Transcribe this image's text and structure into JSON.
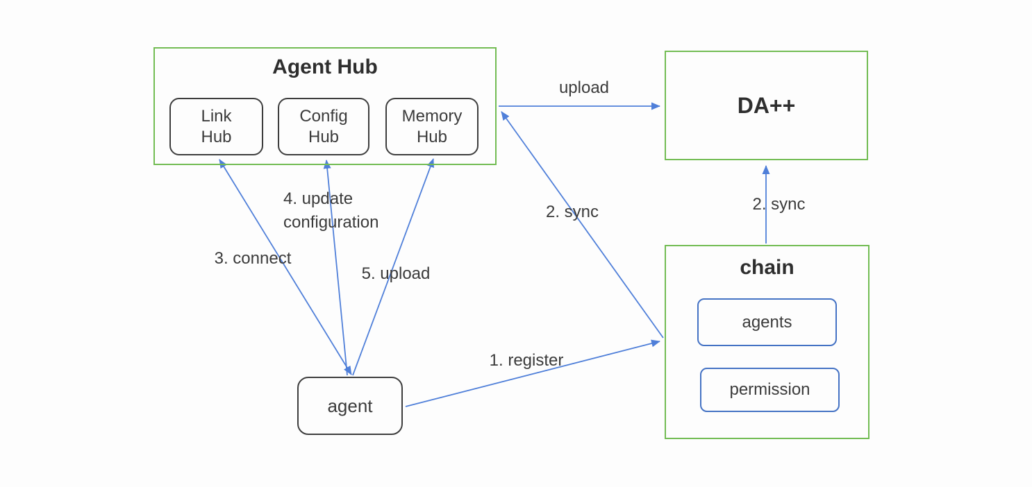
{
  "diagram": {
    "nodes": {
      "agent_hub": {
        "title": "Agent Hub",
        "children": [
          {
            "label": "Link\nHub"
          },
          {
            "label": "Config\nHub"
          },
          {
            "label": "Memory\nHub"
          }
        ]
      },
      "da": {
        "title": "DA++"
      },
      "chain": {
        "title": "chain",
        "children": [
          {
            "label": "agents"
          },
          {
            "label": "permission"
          }
        ]
      },
      "agent": {
        "title": "agent"
      }
    },
    "edges": [
      {
        "id": "register",
        "label": "1. register"
      },
      {
        "id": "sync-to-hub",
        "label": "2. sync"
      },
      {
        "id": "sync-to-da",
        "label": "2. sync"
      },
      {
        "id": "connect",
        "label": "3. connect"
      },
      {
        "id": "update-config",
        "label": "4. update\nconfiguration"
      },
      {
        "id": "upload-memory",
        "label": "5. upload"
      },
      {
        "id": "upload-da",
        "label": "upload"
      }
    ]
  },
  "colors": {
    "green": "#72bc53",
    "edge_blue": "#4f7fd9",
    "node_blue": "#4472c4",
    "dark": "#3d3d3d"
  }
}
